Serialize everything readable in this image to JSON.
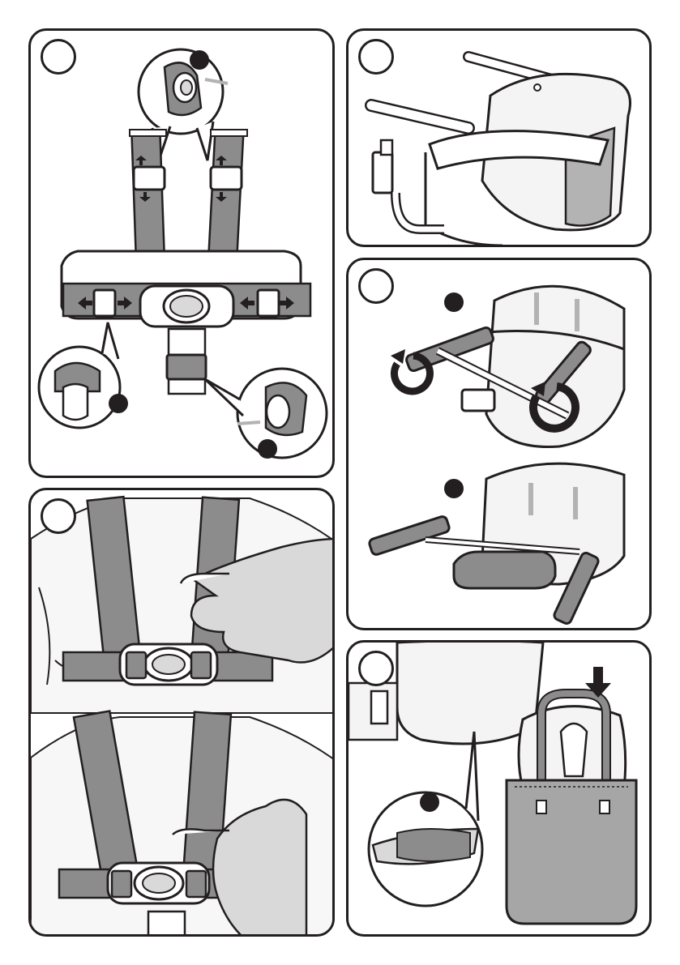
{
  "document": {
    "type": "instruction-manual-illustration-page",
    "panels": [
      {
        "id": "harness-adjustment",
        "step_label": ""
      },
      {
        "id": "seat-overview",
        "step_label": ""
      },
      {
        "id": "frame-folding",
        "step_label": ""
      },
      {
        "id": "harness-fitting",
        "step_label": ""
      },
      {
        "id": "storage-bag",
        "step_label": ""
      }
    ]
  },
  "colors": {
    "outline": "#231f20",
    "strap": "#8c8c8c",
    "fabric": "#f4f4f4",
    "skin": "#f7f7f7",
    "hand-dark": "#d9d9d9",
    "bag": "#a6a6a6",
    "mesh": "#b3b3b3",
    "marker": "#231f20"
  }
}
